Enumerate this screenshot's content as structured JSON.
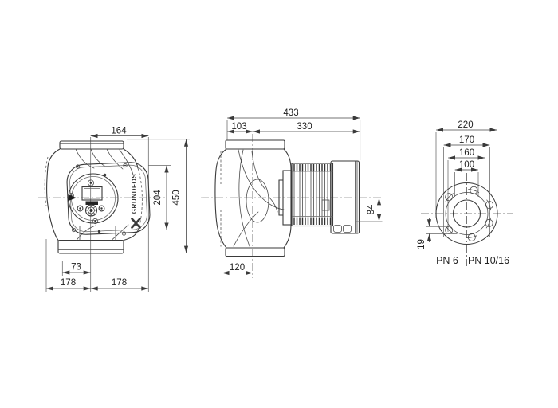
{
  "drawing": {
    "brand": "GRUNDFOS",
    "front": {
      "width_top": "164",
      "height_overall": "450",
      "height_panel": "204",
      "offset_left": "73",
      "half_left": "178",
      "half_right": "178"
    },
    "side": {
      "length_total": "433",
      "length_port": "103",
      "length_motor": "330",
      "height_below_axis": "84",
      "width_volute": "120"
    },
    "flange": {
      "d_outer": "220",
      "d_170": "170",
      "d_160": "160",
      "d_bore": "100",
      "hole_d": "19",
      "pn_left": "PN 6",
      "pn_right": "PN 10/16"
    }
  }
}
